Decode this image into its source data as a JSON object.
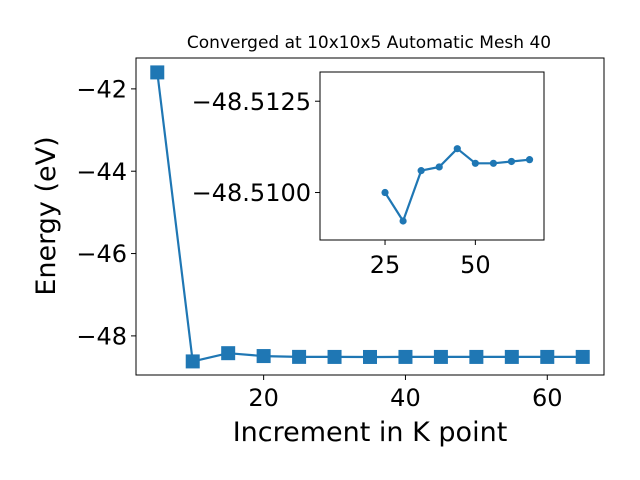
{
  "chart_data": [
    {
      "type": "line",
      "title": "Converged at 10x10x5 Automatic Mesh 40",
      "xlabel": "Increment in K point",
      "ylabel": "Energy (eV)",
      "xlim": [
        2,
        68
      ],
      "ylim": [
        -48.95,
        -41.25
      ],
      "xticks": [
        20,
        40,
        60
      ],
      "yticks": [
        -48,
        -46,
        -44,
        -42
      ],
      "grid": false,
      "marker": "square",
      "color": "#1f77b4",
      "series": [
        {
          "x": [
            5,
            10,
            15,
            20,
            25,
            30,
            35,
            40,
            45,
            50,
            55,
            60,
            65
          ],
          "y": [
            -41.6,
            -48.62,
            -48.42,
            -48.49,
            -48.51,
            -48.511,
            -48.512,
            -48.511,
            -48.511,
            -48.511,
            -48.511,
            -48.511,
            -48.511
          ]
        }
      ]
    },
    {
      "type": "line",
      "inset": true,
      "xticks": [
        25,
        50
      ],
      "yticks": [
        -48.51,
        -48.5125
      ],
      "ytick_labels": [
        "−48.5100",
        "−48.5125"
      ],
      "xlim": [
        7,
        69
      ],
      "ylim": [
        -48.5087,
        -48.5133
      ],
      "grid": false,
      "marker": "circle",
      "color": "#1f77b4",
      "series": [
        {
          "x": [
            25,
            30,
            35,
            40,
            45,
            50,
            55,
            60,
            65
          ],
          "y": [
            -48.51,
            -48.50922,
            -48.5106,
            -48.5107,
            -48.5112,
            -48.5108,
            -48.5108,
            -48.51085,
            -48.5109
          ]
        }
      ]
    }
  ]
}
